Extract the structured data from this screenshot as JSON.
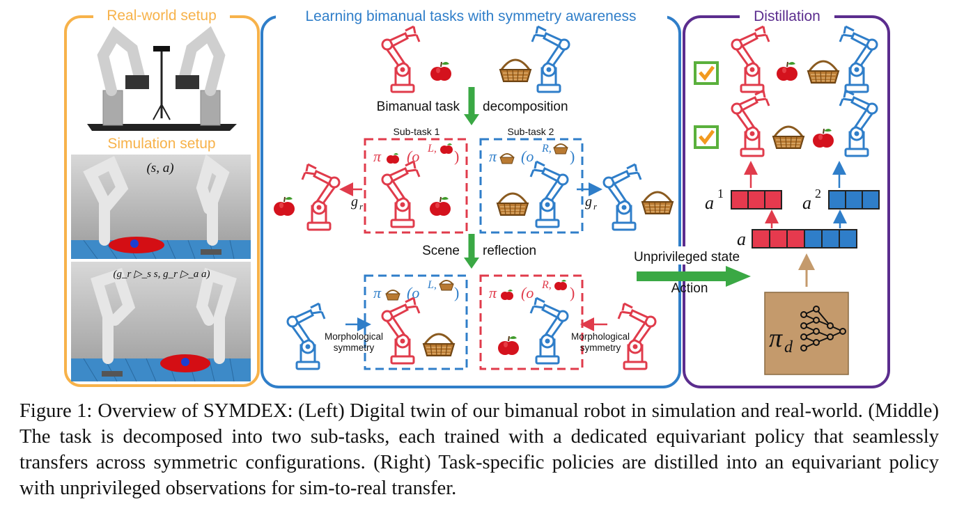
{
  "title_fragment": "",
  "panels": {
    "left": {
      "title": "Real-world setup",
      "sim_title": "Simulation setup",
      "sim_label_1": "(s, a)",
      "sim_label_2": "(g_r ▷_s s, g_r ▷_a a)"
    },
    "middle": {
      "title": "Learning bimanual tasks with symmetry awareness",
      "step1_left": "Bimanual task",
      "step1_right": "decomposition",
      "subtask1": "Sub-task 1",
      "subtask2": "Sub-task 2",
      "policy_apple": "π",
      "policy_basket": "π",
      "obs_left": "(o",
      "obs_left_sup": "L,",
      "obs_right": "(o",
      "obs_right_sup": "R,",
      "gr": "g",
      "gr_sub": "r",
      "step2_left": "Scene",
      "step2_right": "reflection",
      "morph_1": "Morphological",
      "morph_2": "symmetry"
    },
    "right": {
      "title": "Distillation",
      "a1": "a",
      "a1_sup": "1",
      "a2": "a",
      "a2_sup": "2",
      "a": "a",
      "policy": "π",
      "policy_sub": "d",
      "unpriv": "Unprivileged state",
      "action": "Action"
    }
  },
  "caption": {
    "label": "Figure 1:",
    "text": "Overview of SYMDEX: (Left) Digital twin of our bimanual robot in simulation and real-world. (Middle) The task is decomposed into two sub-tasks, each trained with a dedicated equivariant policy that seamlessly transfers across symmetric configurations. (Right) Task-specific policies are distilled into an equivariant policy with unprivileged observations for sim-to-real transfer."
  },
  "colors": {
    "orange": "#f7b24a",
    "blue": "#2f7ec9",
    "purple": "#5b2d8e",
    "red": "#e03b4b",
    "green": "#3aa844",
    "brown": "#c49a6c"
  }
}
